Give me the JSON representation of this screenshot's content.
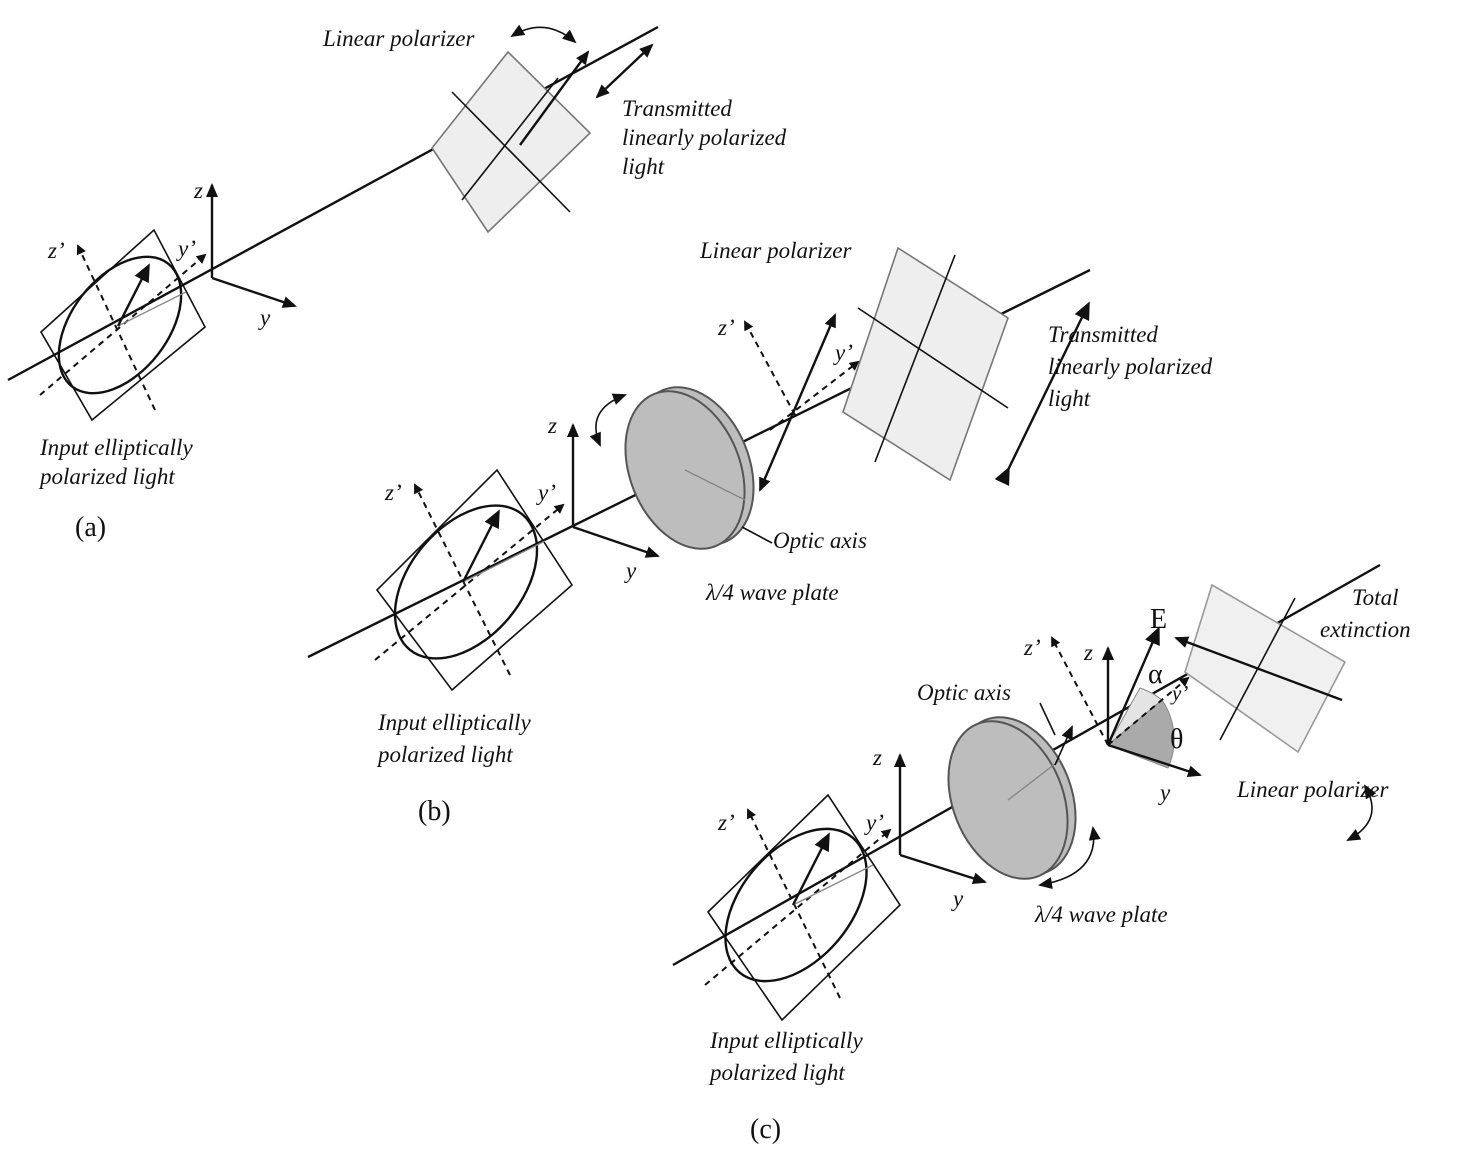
{
  "panel_a": {
    "label": "(a)",
    "polarizer_label": "Linear polarizer",
    "transmitted_label": [
      "Transmitted",
      "linearly polarized",
      "light"
    ],
    "input_label": [
      "Input elliptically",
      "polarized light"
    ],
    "axes": {
      "z": "z",
      "y": "y",
      "z_prime": "z’",
      "y_prime": "y’"
    }
  },
  "panel_b": {
    "label": "(b)",
    "polarizer_label": "Linear polarizer",
    "transmitted_label": [
      "Transmitted",
      "linearly polarized",
      "light"
    ],
    "input_label": [
      "Input elliptically",
      "polarized light"
    ],
    "optic_axis_label": "Optic axis",
    "wave_plate_label": "λ/4 wave plate",
    "axes": {
      "z": "z",
      "y": "y",
      "z_prime": "z’",
      "y_prime": "y’"
    }
  },
  "panel_c": {
    "label": "(c)",
    "polarizer_label": "Linear polarizer",
    "extinction_label": [
      "Total",
      "extinction"
    ],
    "input_label": [
      "Input elliptically",
      "polarized light"
    ],
    "optic_axis_label": "Optic axis",
    "wave_plate_label": "λ/4 wave plate",
    "field_label": "E",
    "alpha_label": "α",
    "theta_label": "θ",
    "axes": {
      "z": "z",
      "y": "y",
      "z_prime": "z’",
      "y_prime": "y’",
      "z2": "z",
      "y2": "y",
      "z2_prime": "z’",
      "y2_prime": "y’"
    }
  }
}
